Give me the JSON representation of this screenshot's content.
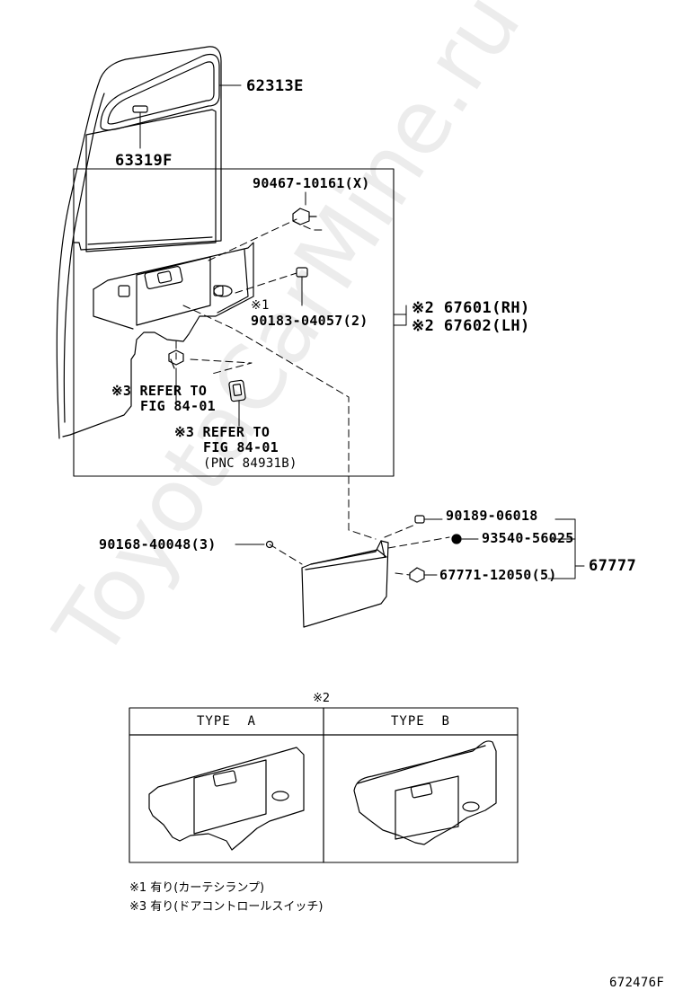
{
  "labels": {
    "p62313E": "62313E",
    "p63319F": "63319F",
    "p90467": "90467-10161(X)",
    "mark1": "※1",
    "p90183": "90183-04057(2)",
    "p67601": "※2 67601(RH)",
    "p67602": "※2 67602(LH)",
    "ref1_line1": "※3 REFER TO",
    "ref1_line2": "FIG 84-01",
    "ref2_line1": "※3 REFER TO",
    "ref2_line2": "FIG 84-01",
    "ref2_line3": "(PNC 84931B)",
    "p90189": "90189-06018",
    "p93540": "93540-56025",
    "p90168": "90168-40048(3)",
    "p67771": "67771-12050(5)",
    "p67777": "67777"
  },
  "types": {
    "mark2": "※2",
    "type_a": "TYPE  A",
    "type_b": "TYPE  B"
  },
  "notes": {
    "note1": "※1 有り(カーテシランプ)",
    "note3": "※3 有り(ドアコントロールスイッチ)"
  },
  "figure_id": "672476F",
  "watermark": "ToyotaCarMine.ru"
}
